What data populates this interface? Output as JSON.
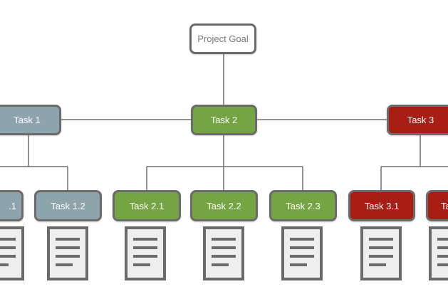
{
  "diagram": {
    "root": {
      "label": "Project Goal"
    },
    "tasks": [
      {
        "label": "Task 1",
        "color": "#8ea4ad"
      },
      {
        "label": "Task 2",
        "color": "#74a542"
      },
      {
        "label": "Task 3",
        "color": "#a81e14"
      }
    ],
    "subtasks": [
      {
        "label": ".1",
        "parent": "Task 1",
        "color": "#8ea4ad"
      },
      {
        "label": "Task 1.2",
        "parent": "Task 1",
        "color": "#8ea4ad"
      },
      {
        "label": "Task 2.1",
        "parent": "Task 2",
        "color": "#74a542"
      },
      {
        "label": "Task 2.2",
        "parent": "Task 2",
        "color": "#74a542"
      },
      {
        "label": "Task 2.3",
        "parent": "Task 2",
        "color": "#74a542"
      },
      {
        "label": "Task 3.1",
        "parent": "Task 3",
        "color": "#a81e14"
      },
      {
        "label": "Ta",
        "parent": "Task 3",
        "color": "#a81e14"
      }
    ],
    "document_icons": 7
  }
}
